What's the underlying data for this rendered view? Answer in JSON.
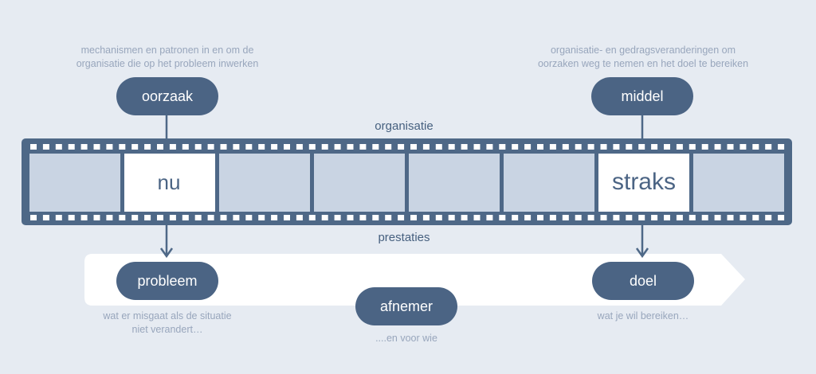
{
  "colors": {
    "background": "#e6ebf2",
    "film": "#4e6887",
    "frame": "#c9d4e3",
    "highlight_frame": "#ffffff",
    "pill": "#4b6484",
    "desc_text": "#98a6bc",
    "label_text": "#46607f"
  },
  "top": {
    "cause": {
      "label": "oorzaak",
      "description": "mechanismen en patronen in en om de\norganisatie die op het probleem inwerken"
    },
    "means": {
      "label": "middel",
      "description": "organisatie- en gedragsveranderingen om\noorzaken weg te nemen en het doel te bereiken"
    }
  },
  "film": {
    "top_label": "organisatie",
    "bottom_label": "prestaties",
    "now_label": "nu",
    "later_label": "straks"
  },
  "bottom": {
    "problem": {
      "label": "probleem",
      "description": "wat er misgaat als de situatie\nniet verandert…"
    },
    "goal": {
      "label": "doel",
      "description": "wat je wil bereiken…"
    },
    "customer": {
      "label": "afnemer",
      "description": "....en voor wie"
    }
  }
}
